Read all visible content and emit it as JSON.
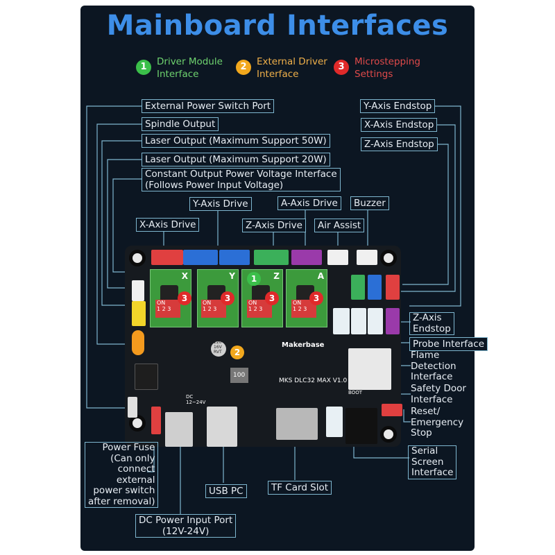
{
  "title": "Mainboard Interfaces",
  "legend": [
    {
      "num": "1",
      "label": "Driver Module\nInterface",
      "color": "#3bbf4a",
      "text_color": "#6fd36f"
    },
    {
      "num": "2",
      "label": "External Driver\nInterface",
      "color": "#f2a81d",
      "text_color": "#f0b04a"
    },
    {
      "num": "3",
      "label": "Microstepping\nSettings",
      "color": "#e02a2a",
      "text_color": "#e04a4a"
    }
  ],
  "labels": {
    "ext_power_switch": "External Power Switch Port",
    "spindle": "Spindle Output",
    "laser_50": "Laser Output (Maximum Support 50W)",
    "laser_20": "Laser Output (Maximum Support 20W)",
    "const_power_1": "Constant Output Power Voltage Interface",
    "const_power_2": "(Follows Power Input Voltage)",
    "y_endstop": "Y-Axis Endstop",
    "x_endstop": "X-Axis Endstop",
    "z_endstop_top": "Z-Axis Endstop",
    "y_drive": "Y-Axis Drive",
    "a_drive": "A-Axis Drive",
    "buzzer": "Buzzer",
    "x_drive": "X-Axis Drive",
    "z_drive": "Z-Axis Drive",
    "air_assist": "Air Assist",
    "z_endstop_right": "Z-Axis\nEndstop",
    "probe": "Probe Interface",
    "flame": "Flame\nDetection\nInterface",
    "safety_door": "Safety Door\nInterface",
    "reset": "Reset/\nEmergency\nStop",
    "serial": "Serial\nScreen\nInterface",
    "power_fuse": "Power Fuse\n(Can only\nconnect\nexternal\npower switch\nafter removal)",
    "usb_pc": "USB PC",
    "tf_card": "TF Card Slot",
    "dc_power_1": "DC Power Input Port",
    "dc_power_2": "(12V-24V)"
  },
  "board": {
    "brand": "Makerbase",
    "model": "MKS DLC32 MAX V1.0",
    "drivers": [
      {
        "axis": "X",
        "dip": "1 2 3"
      },
      {
        "axis": "Y",
        "dip": "1 2 3"
      },
      {
        "axis": "Z",
        "dip": "1 2 3"
      },
      {
        "axis": "A",
        "dip": "1 2 3"
      }
    ],
    "dip_on": "ON",
    "badge_1": "1",
    "badge_2": "2",
    "badge_3": "3",
    "cap_label": "220\n16V\nRVT",
    "inductor_label": "100",
    "dc_label": "DC\n12~24V",
    "boot_label": "BOOT"
  },
  "colors": {
    "title": "#3d8ee8",
    "panel": "#0c1622",
    "leader": "#7fb7d0"
  }
}
